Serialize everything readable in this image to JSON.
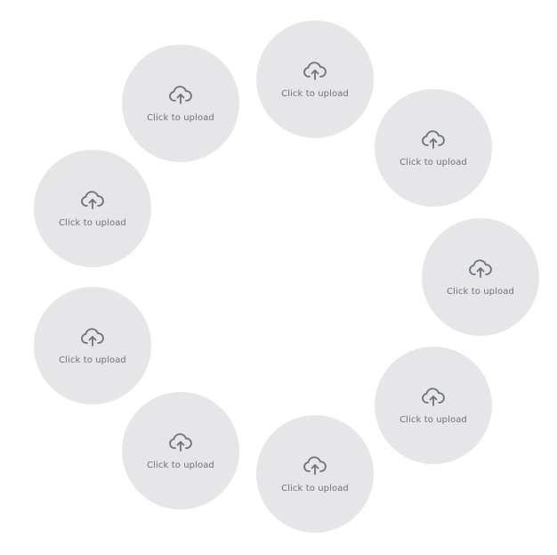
{
  "uploads": [
    {
      "label": "Click to upload",
      "icon": "cloud-upload-icon"
    },
    {
      "label": "Click to upload",
      "icon": "cloud-upload-icon"
    },
    {
      "label": "Click to upload",
      "icon": "cloud-upload-icon"
    },
    {
      "label": "Click to upload",
      "icon": "cloud-upload-icon"
    },
    {
      "label": "Click to upload",
      "icon": "cloud-upload-icon"
    },
    {
      "label": "Click to upload",
      "icon": "cloud-upload-icon"
    },
    {
      "label": "Click to upload",
      "icon": "cloud-upload-icon"
    },
    {
      "label": "Click to upload",
      "icon": "cloud-upload-icon"
    },
    {
      "label": "Click to upload",
      "icon": "cloud-upload-icon"
    }
  ],
  "colors": {
    "circle_fill": "#e6e6e8",
    "icon_and_text": "#6b7280"
  }
}
